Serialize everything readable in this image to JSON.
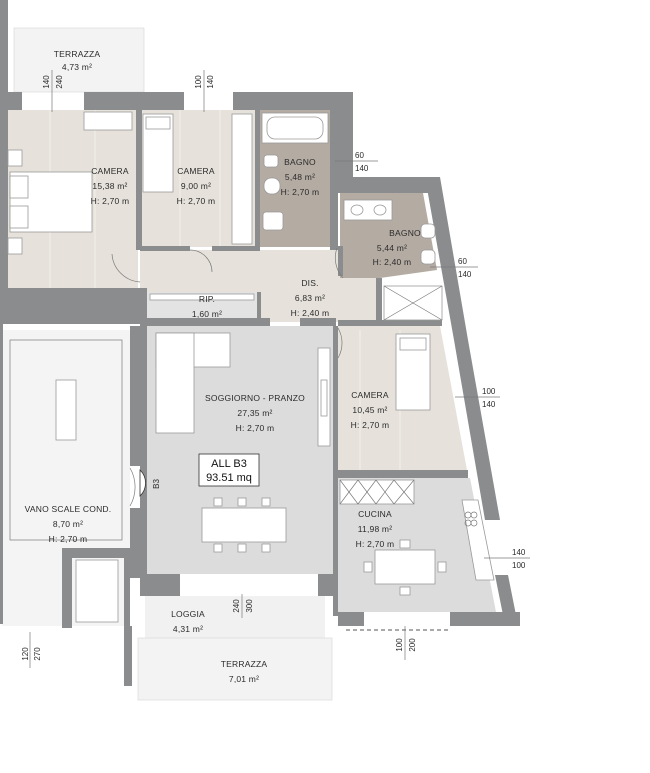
{
  "colors": {
    "wall": "#8a8c8e",
    "wood_floor": "#e7e3dc",
    "tile_floor": "#dcdcdc",
    "bath_floor": "#b5aca4",
    "terrace_floor": "#f2f2f2"
  },
  "unit_badge": {
    "name": "ALL B3",
    "area": "93.51 mq"
  },
  "stair_marker": "B3",
  "rooms": {
    "terrazza_top": {
      "name": "TERRAZZA",
      "area": "4,73 m²",
      "height": ""
    },
    "camera1": {
      "name": "CAMERA",
      "area": "15,38 m²",
      "height": "H: 2,70 m"
    },
    "camera2": {
      "name": "CAMERA",
      "area": "9,00 m²",
      "height": "H: 2,70 m"
    },
    "bagno1": {
      "name": "BAGNO",
      "area": "5,48 m²",
      "height": "H: 2,70 m"
    },
    "bagno2": {
      "name": "BAGNO",
      "area": "5,44 m²",
      "height": "H: 2,40 m"
    },
    "rip": {
      "name": "RIP.",
      "area": "1,60 m²",
      "height": ""
    },
    "dis": {
      "name": "DIS.",
      "area": "6,83 m²",
      "height": "H: 2,40 m"
    },
    "soggiorno": {
      "name": "SOGGIORNO - PRANZO",
      "area": "27,35 m²",
      "height": "H: 2,70 m"
    },
    "camera3": {
      "name": "CAMERA",
      "area": "10,45 m²",
      "height": "H: 2,70 m"
    },
    "cucina": {
      "name": "CUCINA",
      "area": "11,98 m²",
      "height": "H: 2,70 m"
    },
    "vano_scale": {
      "name": "VANO SCALE COND.",
      "area": "8,70 m²",
      "height": "H: 2,70 m"
    },
    "loggia": {
      "name": "LOGGIA",
      "area": "4,31 m²",
      "height": ""
    },
    "terrazza_bottom": {
      "name": "TERRAZZA",
      "area": "7,01 m²",
      "height": ""
    }
  },
  "openings": {
    "w_terrazza_a": "140",
    "w_terrazza_b": "240",
    "w_camera2_a": "100",
    "w_camera2_b": "140",
    "w_bagno1_a": "60",
    "w_bagno1_b": "140",
    "w_bagno2_a": "60",
    "w_bagno2_b": "140",
    "w_camera3_a": "100",
    "w_camera3_b": "140",
    "w_cucina_a": "140",
    "w_cucina_b": "100",
    "w_loggia_a": "240",
    "w_loggia_b": "300",
    "w_cucina_bottom_a": "100",
    "w_cucina_bottom_b": "200",
    "w_vano_a": "120",
    "w_vano_b": "270"
  }
}
